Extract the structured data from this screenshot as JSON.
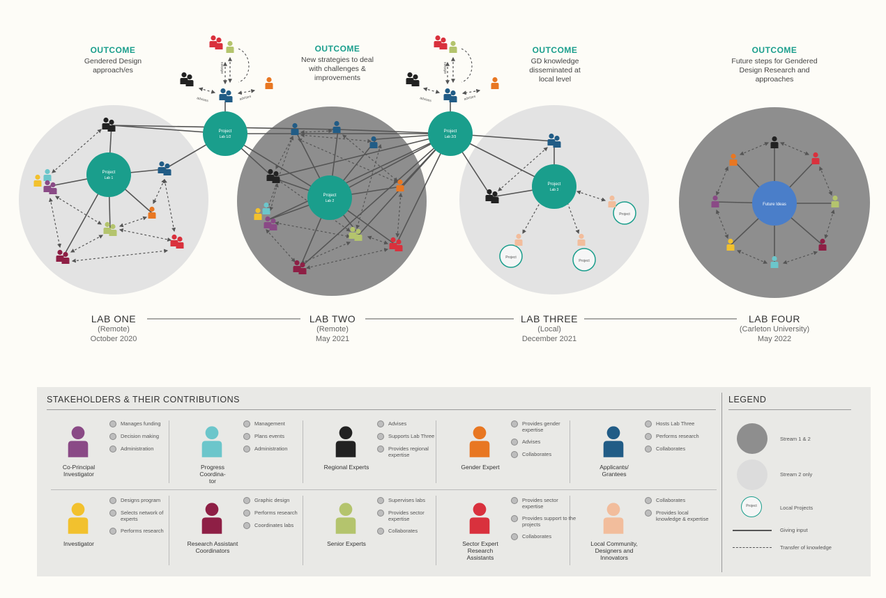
{
  "colors": {
    "teal": "#1a9e8c",
    "blue_node": "#4a7ec9",
    "dark_circle": "#8e8e8e",
    "light_circle": "#e3e3e3",
    "co_pi": "#8a4a86",
    "progress": "#6cc6cb",
    "regional": "#222222",
    "gender": "#e87722",
    "applicants": "#215c86",
    "investigator": "#f2c12e",
    "ra": "#8e1f45",
    "senior": "#b4c46d",
    "sector": "#d9313d",
    "community": "#f2bd9c"
  },
  "outcomes": [
    {
      "title": "OUTCOME",
      "text": [
        "Gendered Design",
        "approach/es"
      ]
    },
    {
      "title": "OUTCOME",
      "text": [
        "New strategies to deal",
        "with challenges &",
        "improvements"
      ]
    },
    {
      "title": "OUTCOME",
      "text": [
        "GD knowledge",
        "disseminated at",
        "local level"
      ]
    },
    {
      "title": "OUTCOME",
      "text": [
        "Future steps for Gendered",
        "Design Research and",
        "approaches"
      ]
    }
  ],
  "labs": [
    {
      "name": "LAB ONE",
      "type": "(Remote)",
      "date": "October 2020"
    },
    {
      "name": "LAB TWO",
      "type": "(Remote)",
      "date": "May 2021"
    },
    {
      "name": "LAB THREE",
      "type": "(Local)",
      "date": "December 2021"
    },
    {
      "name": "LAB FOUR",
      "type": "(Carleton University)",
      "date": "May 2022"
    }
  ],
  "nodes": {
    "project_l1": [
      "Project",
      "Lab 1"
    ],
    "project_l2": [
      "Project",
      "Lab 2"
    ],
    "project_l3": [
      "Project",
      "Lab 3"
    ],
    "hub_a": [
      "Project",
      "Lab 1/2"
    ],
    "hub_b": [
      "Project",
      "Lab 2/3"
    ],
    "future": "Future Ideas",
    "local_project": "Project",
    "advises": "advises"
  },
  "stakeholders_title": "STAKEHOLDERS & THEIR CONTRIBUTIONS",
  "stakeholders": [
    {
      "role": [
        "Co-Principal",
        "Investigator"
      ],
      "color_key": "co_pi",
      "contribs": [
        "Manages funding",
        "Decision making",
        "Administration"
      ]
    },
    {
      "role": [
        "Progress",
        "Coordina-",
        "tor"
      ],
      "color_key": "progress",
      "contribs": [
        "Management",
        "Plans events",
        "Administration"
      ]
    },
    {
      "role": [
        "Regional Experts"
      ],
      "color_key": "regional",
      "contribs": [
        "Advises",
        "Supports Lab Three",
        "Provides regional expertise"
      ]
    },
    {
      "role": [
        "Gender Expert"
      ],
      "color_key": "gender",
      "contribs": [
        "Provides gender expertise",
        "Advises",
        "Collaborates"
      ]
    },
    {
      "role": [
        "Applicants/",
        "Grantees"
      ],
      "color_key": "applicants",
      "contribs": [
        "Hosts Lab Three",
        "Performs research",
        "Collaborates"
      ]
    },
    {
      "role": [
        "Investigator"
      ],
      "color_key": "investigator",
      "contribs": [
        "Designs program",
        "Selects network of experts",
        "Performs research"
      ]
    },
    {
      "role": [
        "Research Assistant",
        "Coordinators"
      ],
      "color_key": "ra",
      "contribs": [
        "Graphic design",
        "Performs research",
        "Coordinates labs"
      ]
    },
    {
      "role": [
        "Senior Experts"
      ],
      "color_key": "senior",
      "contribs": [
        "Supervises labs",
        "Provides sector expertise",
        "Collaborates"
      ]
    },
    {
      "role": [
        "Sector Expert",
        "Research",
        "Assistants"
      ],
      "color_key": "sector",
      "contribs": [
        "Provides sector expertise",
        "Provides support to the projects",
        "Collaborates"
      ]
    },
    {
      "role": [
        "Local Community,",
        "Designers and",
        "Innovators"
      ],
      "color_key": "community",
      "contribs": [
        "Collaborates",
        "Provides local knowledge & expertise"
      ]
    }
  ],
  "legend_title": "LEGEND",
  "legend": {
    "dark": "Stream 1 & 2",
    "light": "Stream 2 only",
    "local": "Local Projects",
    "local_badge": "Project",
    "solid": "Giving input",
    "dashed": "Transfer of knowledge"
  }
}
